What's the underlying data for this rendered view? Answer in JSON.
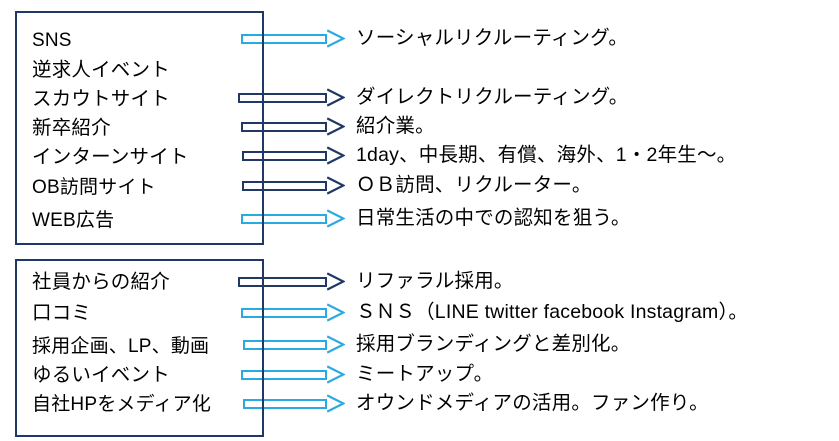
{
  "diagram": {
    "title_present": false,
    "colors": {
      "navy": "#1F3864",
      "light_blue": "#29ABE2",
      "text": "#000000",
      "background": "#FFFFFF"
    },
    "groups": [
      {
        "id": "group-upper",
        "sources": [
          {
            "label": "SNS",
            "script": "latin",
            "arrow": "light_blue"
          },
          {
            "label": "逆求人イベント",
            "script": "jp",
            "arrow": "none"
          },
          {
            "label": "スカウトサイト",
            "script": "jp",
            "arrow": "navy"
          },
          {
            "label": "新卒紹介",
            "script": "jp",
            "arrow": "navy"
          },
          {
            "label": "インターンサイト",
            "script": "jp",
            "arrow": "navy"
          },
          {
            "label": "OB訪問サイト",
            "script": "jp",
            "arrow": "navy"
          },
          {
            "label": "WEB広告",
            "script": "jp",
            "arrow": "light_blue"
          }
        ],
        "targets": [
          {
            "label": "ソーシャルリクルーティング。"
          },
          {
            "label": "ダイレクトリクルーティング。"
          },
          {
            "label": "紹介業。"
          },
          {
            "label": "1day、中長期、有償、海外、1・2年生〜。"
          },
          {
            "label": "ＯＢ訪問、リクルーター。"
          },
          {
            "label": "日常生活の中での認知を狙う。"
          }
        ]
      },
      {
        "id": "group-lower",
        "sources": [
          {
            "label": "社員からの紹介",
            "script": "jp",
            "arrow": "navy"
          },
          {
            "label": "口コミ",
            "script": "jp",
            "arrow": "light_blue"
          },
          {
            "label": "採用企画、LP、動画",
            "script": "jp",
            "arrow": "light_blue"
          },
          {
            "label": "ゆるいイベント",
            "script": "jp",
            "arrow": "light_blue"
          },
          {
            "label": "自社HPをメディア化",
            "script": "jp",
            "arrow": "light_blue"
          }
        ],
        "targets": [
          {
            "label": "リファラル採用。"
          },
          {
            "label": "ＳＮＳ（LINE twitter facebook Instagram）。"
          },
          {
            "label": "採用ブランディングと差別化。"
          },
          {
            "label": "ミートアップ。"
          },
          {
            "label": "オウンドメディアの活用。ファン作り。"
          }
        ]
      }
    ]
  }
}
